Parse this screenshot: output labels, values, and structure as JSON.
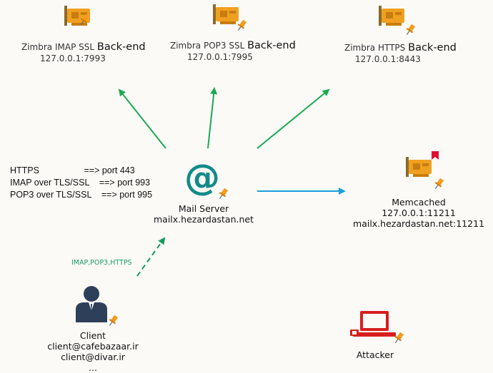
{
  "nodes": {
    "imap_backend": {
      "name": "Zimbra IMAP SSL",
      "suffix": "Back-end",
      "addr": "127.0.0.1:7993"
    },
    "pop3_backend": {
      "name": "Zimbra POP3 SSL",
      "suffix": "Back-end",
      "addr": "127.0.0.1:7995"
    },
    "https_backend": {
      "name": "Zimbra HTTPS",
      "suffix": "Back-end",
      "addr": "127.0.0.1:8443"
    },
    "mail_server": {
      "name": "Mail Server",
      "host": "mailx.hezardastan.net"
    },
    "memcached": {
      "name": "Memcached",
      "addr": "127.0.0.1:11211",
      "host": "mailx.hezardastan.net:11211"
    },
    "client": {
      "name": "Client",
      "email1": "client@cafebazaar.ir",
      "email2": "client@divar.ir",
      "more": "..."
    },
    "attacker": {
      "name": "Attacker"
    }
  },
  "ports": {
    "line1": "HTTPS                  ==> port 443",
    "line2": "IMAP over TLS/SSL    ==> port 993",
    "line3": "POP3 over TLS/SSL    ==> port 995"
  },
  "edge_label": "IMAP,POP3,HTTPS",
  "colors": {
    "green_arrow": "#1aaa55",
    "blue_arrow": "#1e9ee0",
    "card_orange": "#f0a020",
    "at_teal": "#138a8a",
    "person_navy": "#2e3f5a",
    "laptop_red": "#d81e1e",
    "flag_red": "#e01030"
  },
  "icons": [
    "network-card-icon",
    "at-sign-icon",
    "user-icon",
    "laptop-icon",
    "pin-icon",
    "flag-icon"
  ]
}
